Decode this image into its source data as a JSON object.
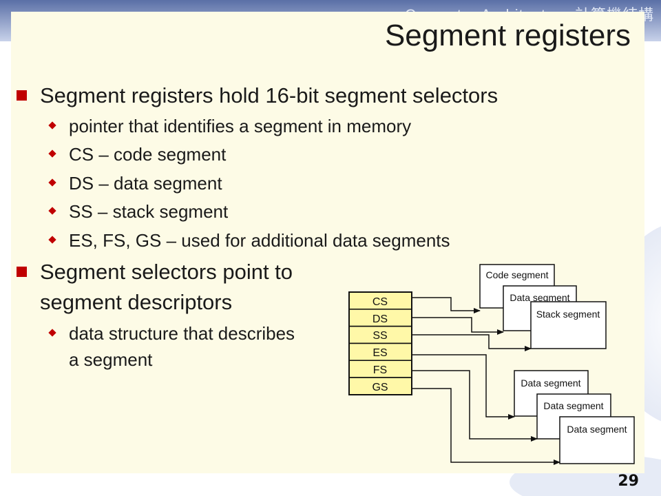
{
  "header": {
    "course_title": "Computer Architecture 計算機結構"
  },
  "slide": {
    "title": "Segment registers",
    "page_number": "29",
    "bullets": [
      {
        "text": "Segment registers hold 16-bit segment selectors",
        "sub": [
          "pointer that identifies a segment in memory",
          "CS – code segment",
          "DS – data segment",
          "SS – stack segment",
          "ES, FS, GS – used for additional data segments"
        ]
      },
      {
        "text_lines": [
          "Segment selectors point to",
          "segment descriptors"
        ],
        "sub_lines": [
          "data structure that describes",
          "a segment"
        ]
      }
    ]
  },
  "diagram": {
    "registers": [
      "CS",
      "DS",
      "SS",
      "ES",
      "FS",
      "GS"
    ],
    "segments": [
      "Code segment",
      "Data segment",
      "Stack segment",
      "Data segment",
      "Data segment",
      "Data segment"
    ]
  },
  "colors": {
    "bullet_marker": "#c00000",
    "slide_background": "#fdfbe6",
    "register_fill": "#fff8a8"
  }
}
